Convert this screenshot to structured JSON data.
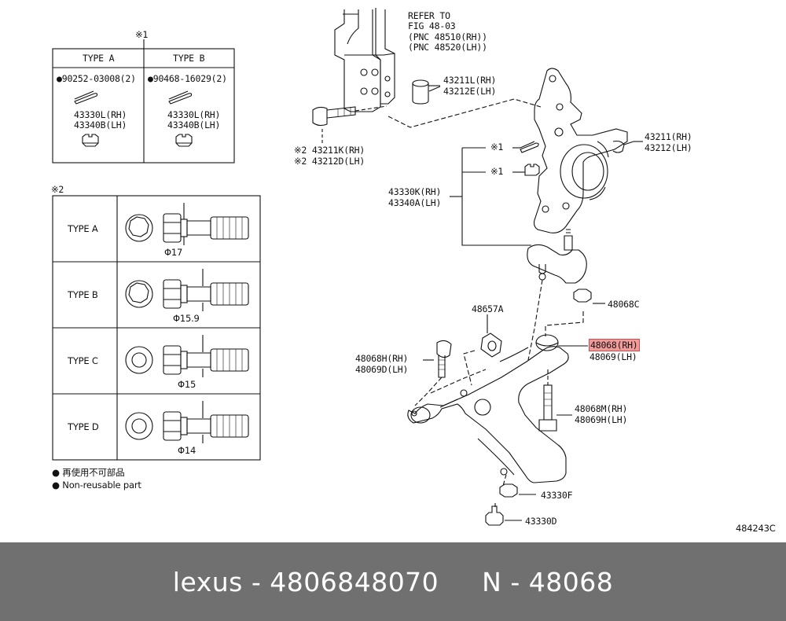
{
  "diagram": {
    "drawing_code": "484243C",
    "note_marker_1": "※1",
    "note_marker_2": "※2",
    "type_table": {
      "col_a": "TYPE A",
      "col_b": "TYPE B",
      "a_part": "●90252-03008(2)",
      "b_part": "●90468-16029(2)",
      "a_nut_rh": "43330L(RH)",
      "a_nut_lh": "43340B(LH)",
      "b_nut_rh": "43330L(RH)",
      "b_nut_lh": "43340B(LH)"
    },
    "bolt_table": {
      "rows": [
        {
          "type": "TYPE A",
          "dia": "Φ17"
        },
        {
          "type": "TYPE B",
          "dia": "Φ15.9"
        },
        {
          "type": "TYPE C",
          "dia": "Φ15"
        },
        {
          "type": "TYPE D",
          "dia": "Φ14"
        }
      ]
    },
    "legend": {
      "line1": "● 再使用不可部品",
      "line2": "● Non-reusable part"
    },
    "labels": {
      "refer1": "REFER TO",
      "refer2": "FIG 48-03",
      "refer3": "(PNC 48510(RH))",
      "refer4": "(PNC 48520(LH))",
      "p43211L_rh": "43211L(RH)",
      "p43212E_lh": "43212E(LH)",
      "p43211K_rh": "※2 43211K(RH)",
      "p43212D_lh": "※2 43212D(LH)",
      "p43211_rh": "43211(RH)",
      "p43212_lh": "43212(LH)",
      "n1a": "※1",
      "n1b": "※1",
      "p43330K_rh": "43330K(RH)",
      "p43340A_lh": "43340A(LH)",
      "p48657A": "48657A",
      "p48068C": "48068C",
      "p48068_rh": "48068(RH)",
      "p48069_lh": "48069(LH)",
      "p48068H_rh": "48068H(RH)",
      "p48069D_lh": "48069D(LH)",
      "p48068M_rh": "48068M(RH)",
      "p48069H_lh": "48069H(LH)",
      "p43330F": "43330F",
      "p43330D": "43330D"
    }
  },
  "footer": {
    "brand": "lexus",
    "sep1": " - ",
    "part_number": "4806848070",
    "gap": "     ",
    "n_label": "N",
    "sep2": " - ",
    "n_value": "48068"
  },
  "colors": {
    "footer_bg": "#707070",
    "highlight": "#f29a9a"
  }
}
